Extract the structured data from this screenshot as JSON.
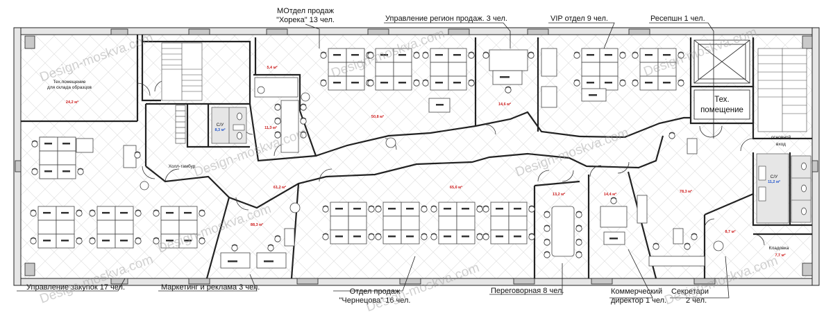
{
  "watermark": "Design-moskva.com",
  "callouts": {
    "horeca": [
      "МОтдел продаж",
      "\"Хорека\" 13 чел."
    ],
    "regions": [
      "Управление регион  продаж. 3 чел."
    ],
    "vip": [
      "VIP отдел 9 чел."
    ],
    "reception": [
      "Ресепшн 1 чел."
    ],
    "purchasing": [
      "Управление закупок 17 чел."
    ],
    "marketing": [
      "Маркетинг и реклама 3 чел."
    ],
    "chernetsov": [
      "Отдел продаж",
      "\"Чернецова\" 16 чел."
    ],
    "meeting": [
      "Переговорная 8 чел."
    ],
    "commercial": [
      "Коммерческий",
      "директор 1 чел."
    ],
    "secretaries": [
      "Секретари",
      "2 чел."
    ]
  },
  "rooms": {
    "storage_title_1": "Тех.помещение",
    "storage_title_2": "для склада образцов",
    "storage_area": "24,2 м²",
    "hall": "Холл-тамбур",
    "tech_room_1": "Тех.",
    "tech_room_2": "помещение",
    "main_entrance_1": "основной",
    "main_entrance_2": "вход",
    "wc_left": "С/У",
    "wc_left_area": "8,3 м²",
    "wc_right": "С/У",
    "wc_right_area": "11,2 м²",
    "pantry": "Кладовка",
    "pantry_area": "7,7 м²"
  },
  "areas": {
    "small_top": "5,4 м²",
    "kitchen": "11,3 м²",
    "horeca": "50,8 м²",
    "regions": "14,6 м²",
    "hall": "61,2 м²",
    "marketing": "88,3 м²",
    "chernetsov": "65,6 м²",
    "meeting": "13,2 м²",
    "commercial": "14,4 м²",
    "reception": "78,3 м²",
    "secretaries": "8,7 м²"
  }
}
